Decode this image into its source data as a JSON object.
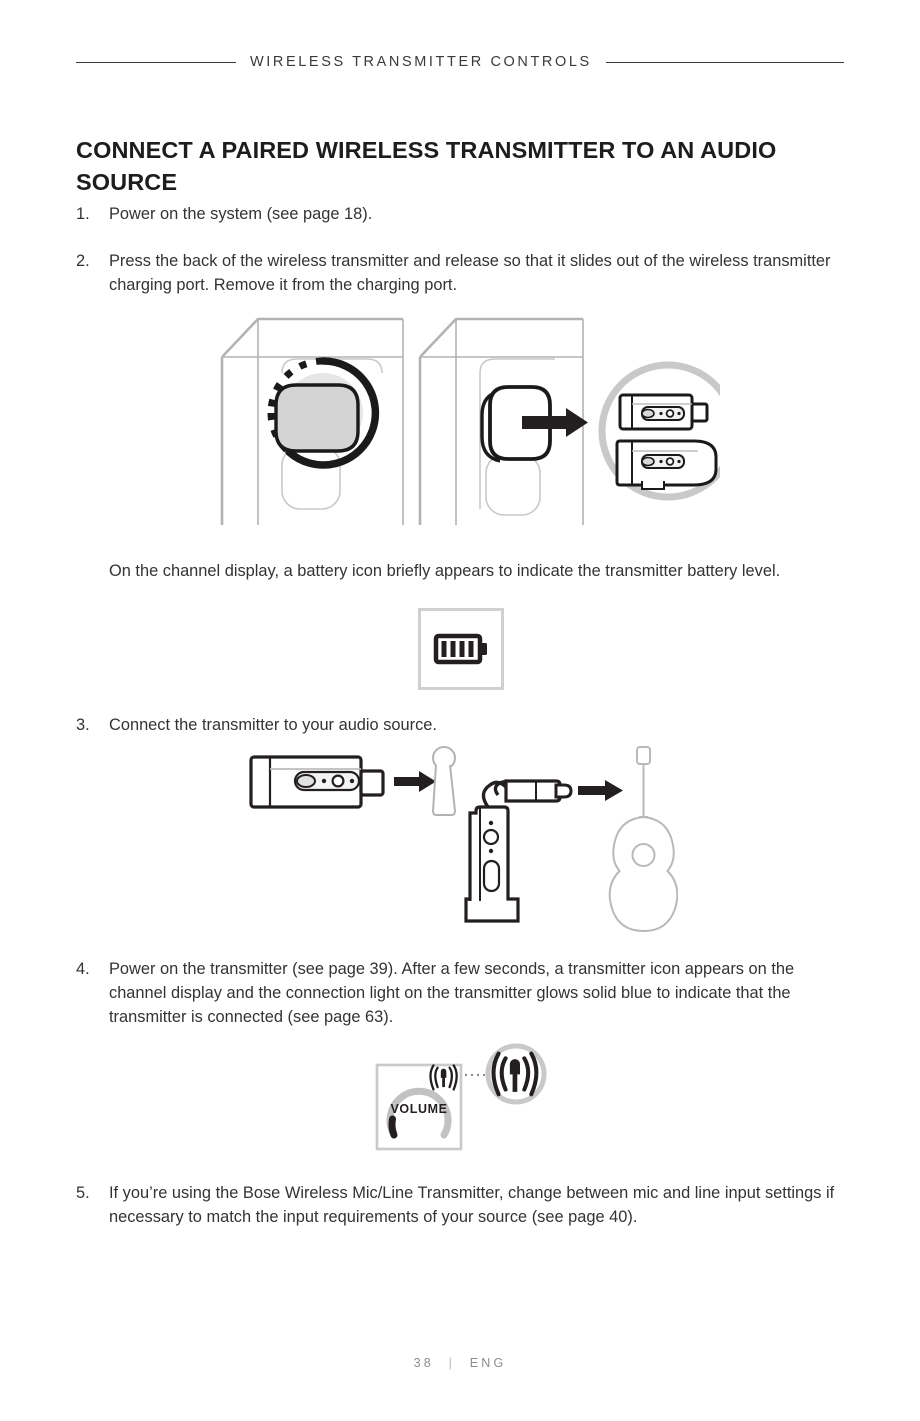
{
  "header": {
    "running_head": "WIRELESS TRANSMITTER CONTROLS",
    "rule_icon": "horizontal-rule"
  },
  "title": "CONNECT A PAIRED WIRELESS TRANSMITTER TO AN AUDIO SOURCE",
  "steps": [
    {
      "number": "1.",
      "text": "Power on the system (see page 18)."
    },
    {
      "number": "2.",
      "text": "Press the back of the wireless transmitter and release so that it slides out of the wireless transmitter charging port. Remove it from the charging port."
    },
    {
      "number": "3.",
      "text": "Connect the transmitter to your audio source."
    },
    {
      "number": "4.",
      "text": "Power on the transmitter (see page 39). After a few seconds, a transmitter icon appears on the channel display and the connection light on the transmitter glows solid blue to indicate that the transmitter is connected (see page 63)."
    },
    {
      "number": "5.",
      "text": "If you’re using the Bose Wireless Mic/Line Transmitter, change between mic and line input settings if necessary to match the input requirements of your source (see page 40)."
    }
  ],
  "note": "On the channel display, a battery icon briefly appears to indicate the transmitter battery level.",
  "figures": {
    "press_release": {
      "name": "press-and-release-transmitter-illustration",
      "panel_a_icon": "press-ring-on-charging-port",
      "panel_b_icon": "transmitter-slides-out-arrow",
      "detail_icon": "transmitter-detail-callout"
    },
    "battery": {
      "name": "battery-level-display-illustration",
      "icon": "battery-full-icon",
      "bars": 4
    },
    "audio_sources": {
      "name": "connect-to-audio-source-illustration",
      "transmitter_icon": "wireless-mic-line-transmitter-icon",
      "mic_icon": "microphone-icon",
      "instrument_transmitter_icon": "instrument-transmitter-with-jack-icon",
      "guitar_icon": "acoustic-guitar-icon",
      "arrow_icon": "right-arrow-icon"
    },
    "channel_display": {
      "name": "channel-display-transmitter-icon-illustration",
      "dial_label": "VOLUME",
      "display_icon": "transmitter-broadcast-icon",
      "callout_icon": "transmitter-broadcast-icon-magnified",
      "leader_icon": "dotted-leader-line"
    }
  },
  "footer": {
    "page_number": "38",
    "separator": "|",
    "language": "ENG"
  },
  "colors": {
    "ink": "#333333",
    "title_ink": "#1d1d1d",
    "rule": "#3a3a3a",
    "line_art_dark": "#1a1a1a",
    "line_art_light": "#b3b3b3",
    "fill_gray": "#d4d4d4",
    "footer_ink": "#8d8d8d"
  }
}
